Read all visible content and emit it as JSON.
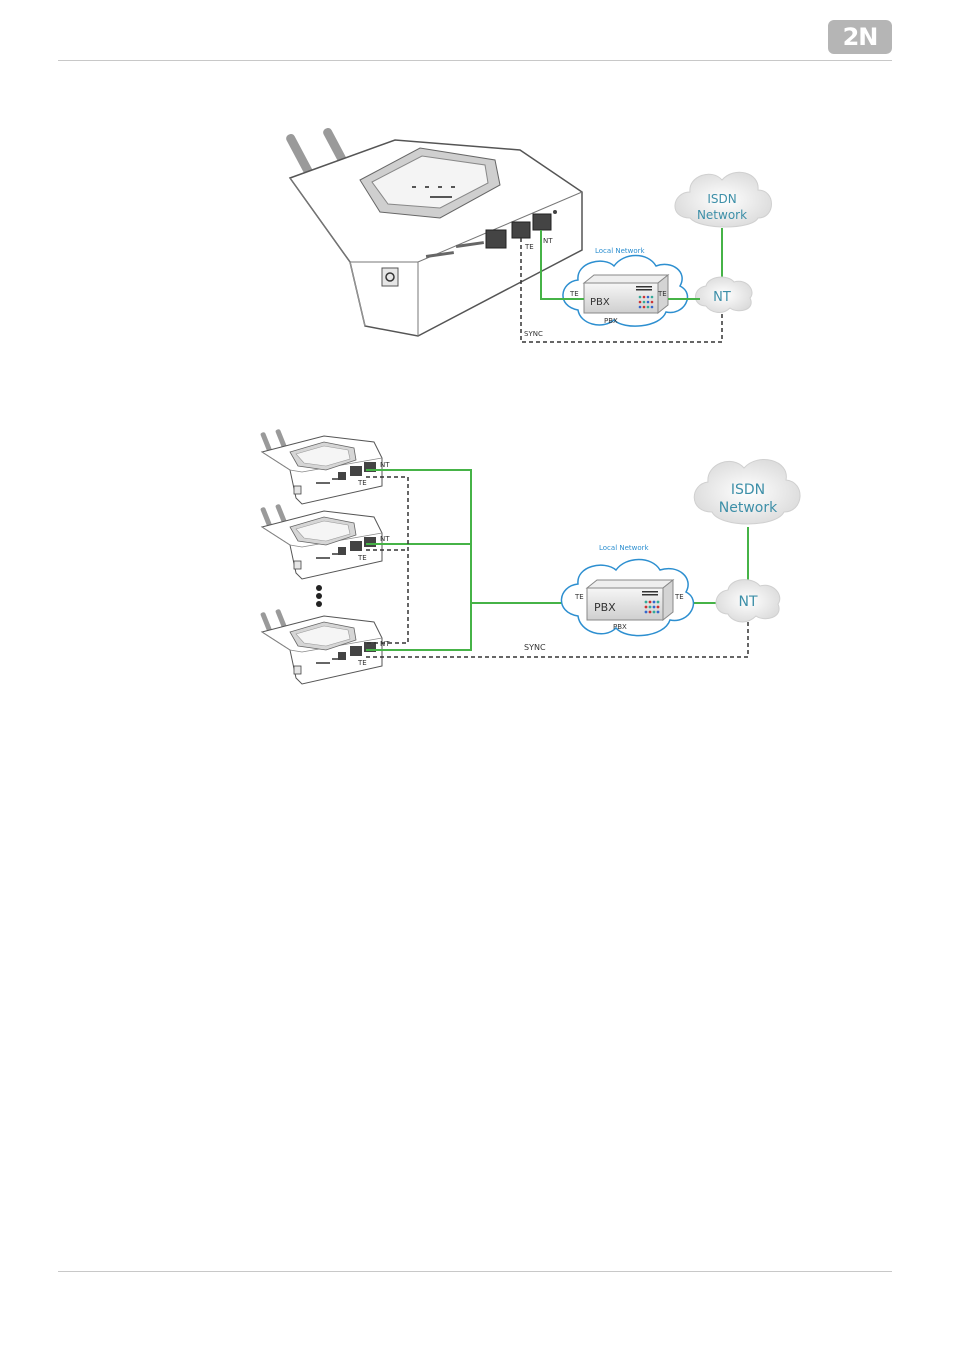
{
  "header": {
    "logo_text": "2N"
  },
  "colors": {
    "link_green": "#46b347",
    "cloud_blue": "#2d8fd0",
    "sync_dash": "#333333",
    "label_teal": "#3d8fa8",
    "rule_gray": "#c8c8c8",
    "logo_gray": "#b5b5b5"
  },
  "diagram1": {
    "isdn_label_line1": "ISDN",
    "isdn_label_line2": "Network",
    "nt_cloud_label": "NT",
    "local_network_label": "Local Network",
    "pbx_box_label": "PBX",
    "pbx_caption": "PBX",
    "port_te_left": "TE",
    "port_te_right": "TE",
    "device_port_te": "TE",
    "device_port_nt": "NT",
    "sync_label": "SYNC"
  },
  "diagram2": {
    "isdn_label_line1": "ISDN",
    "isdn_label_line2": "Network",
    "nt_cloud_label": "NT",
    "local_network_label": "Local Network",
    "pbx_box_label": "PBX",
    "pbx_caption": "PBX",
    "port_te_left": "TE",
    "port_te_right": "TE",
    "sync_label": "SYNC",
    "devices": [
      {
        "nt": "NT",
        "te": "TE"
      },
      {
        "nt": "NT",
        "te": "TE"
      },
      {
        "nt": "NT",
        "te": "TE"
      }
    ]
  }
}
